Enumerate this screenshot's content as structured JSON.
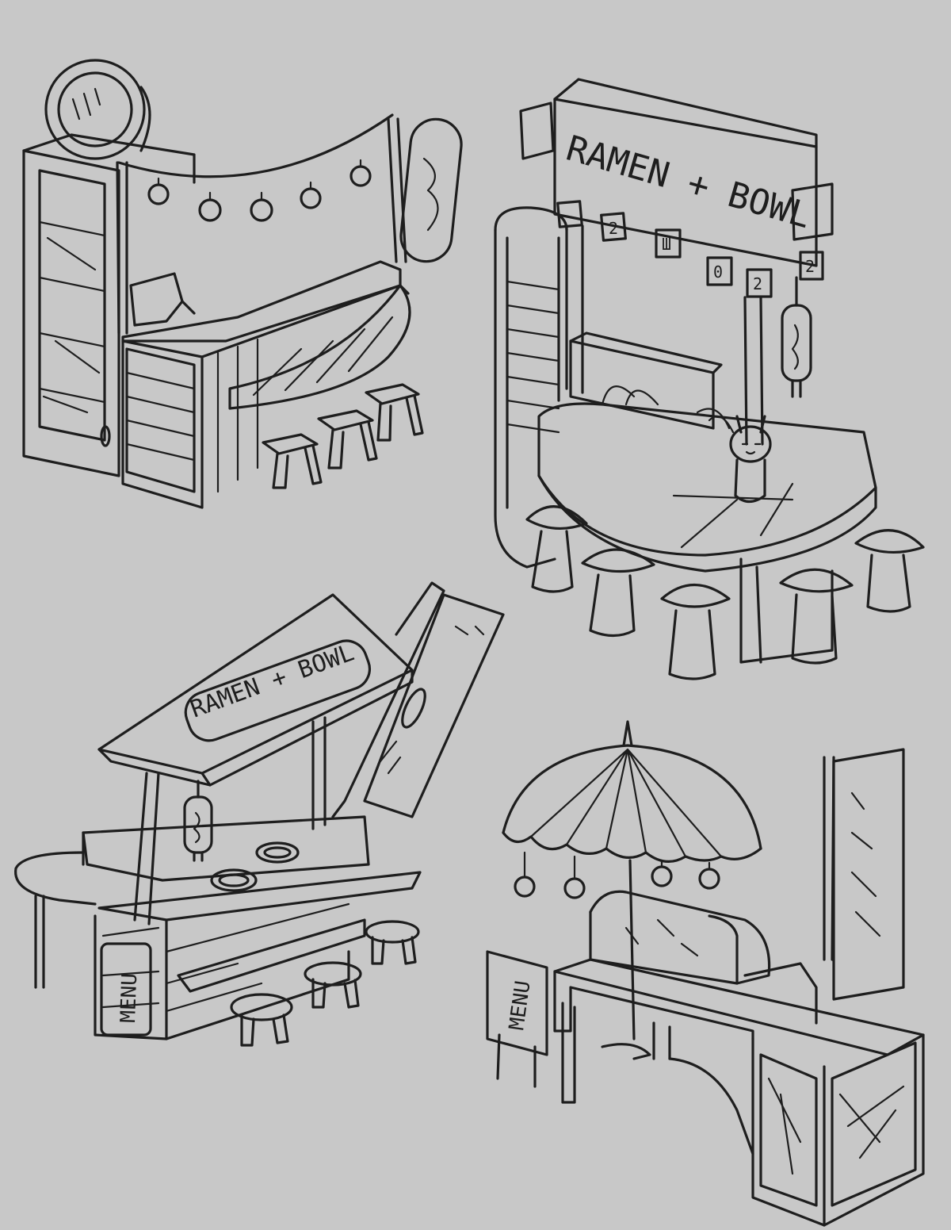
{
  "artwork": {
    "background_color": "#c8c8c8",
    "ink_color": "#1e1e1e",
    "sketches": [
      {
        "id": "lantern-bar-stall",
        "texts": []
      },
      {
        "id": "ramen-bowl-counter-stall",
        "sign": "RAMEN + BOWL",
        "tags": [
          "2",
          "Ш",
          "0",
          "2",
          "2"
        ]
      },
      {
        "id": "roofed-ramen-stall",
        "sign": "RAMEN + BOWL",
        "menu": "MENU"
      },
      {
        "id": "umbrella-grill-stall",
        "menu": "MENU"
      }
    ]
  }
}
